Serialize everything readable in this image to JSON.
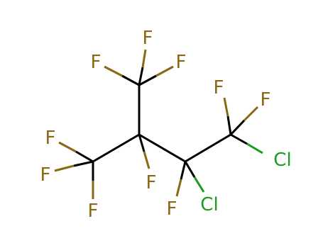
{
  "molecule": {
    "atoms": {
      "f_top_center": "F",
      "f_top_left": "F",
      "f_top_right": "F",
      "f_left_top": "F",
      "f_left_mid": "F",
      "f_left_bottom": "F",
      "f_center": "F",
      "f_bottom_mid": "F",
      "f_right_left": "F",
      "f_right_right": "F",
      "cl_right": "Cl",
      "cl_bottom": "Cl"
    },
    "colors": {
      "bond": "#000000",
      "fluorine": "#8B6914",
      "chlorine": "#1E9B1E"
    }
  }
}
